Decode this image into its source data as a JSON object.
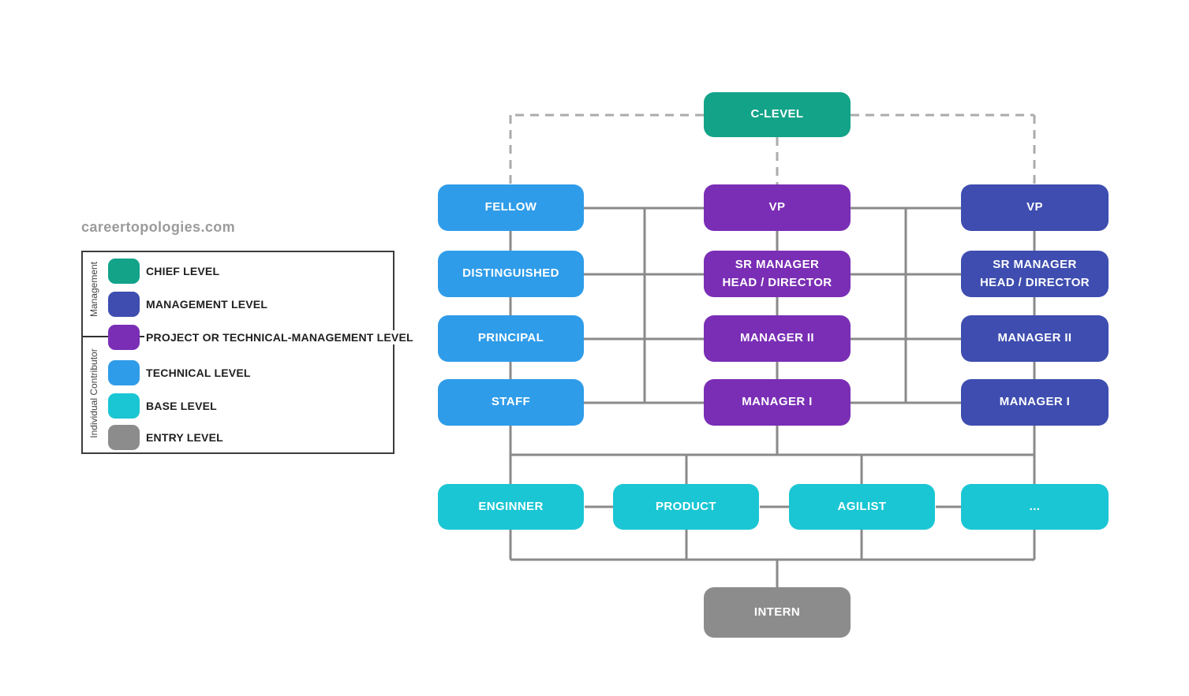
{
  "site": {
    "watermark": "careertopologies.com"
  },
  "colors": {
    "chief": "#12A388",
    "management": "#3E4DAF",
    "project_management": "#7A2EB5",
    "technical": "#2F9CE9",
    "base": "#1AC6D4",
    "entry": "#8C8C8C",
    "connector": "#8A8A8A",
    "dashed_connector": "#ABABAB"
  },
  "legend": {
    "group_management": "Management",
    "group_individual_contributor": "Individual Contributor",
    "items": [
      {
        "label": "CHIEF LEVEL",
        "color_key": "chief"
      },
      {
        "label": "MANAGEMENT LEVEL",
        "color_key": "management"
      },
      {
        "label": "PROJECT OR TECHNICAL-MANAGEMENT LEVEL",
        "color_key": "project_management"
      },
      {
        "label": "TECHNICAL LEVEL",
        "color_key": "technical"
      },
      {
        "label": "BASE LEVEL",
        "color_key": "base"
      },
      {
        "label": "ENTRY LEVEL",
        "color_key": "entry"
      }
    ]
  },
  "diagram": {
    "top": {
      "label": "C-LEVEL"
    },
    "columns": [
      {
        "name": "technical",
        "levels": [
          "FELLOW",
          "DISTINGUISHED",
          "PRINCIPAL",
          "STAFF"
        ]
      },
      {
        "name": "project-or-technical-management",
        "levels": [
          "VP",
          "SR MANAGER\nHEAD / DIRECTOR",
          "MANAGER II",
          "MANAGER I"
        ]
      },
      {
        "name": "management",
        "levels": [
          "VP",
          "SR MANAGER\nHEAD / DIRECTOR",
          "MANAGER II",
          "MANAGER I"
        ]
      }
    ],
    "base_row": [
      "ENGINNER",
      "PRODUCT",
      "AGILIST",
      "..."
    ],
    "entry": {
      "label": "INTERN"
    }
  }
}
